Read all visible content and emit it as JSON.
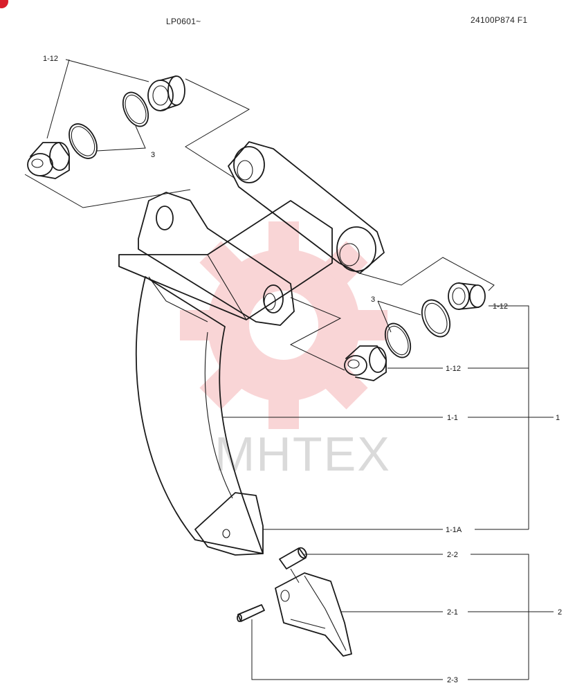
{
  "header": {
    "serial_range": "LP0601~",
    "drawing_code": "24100P874 F1"
  },
  "watermark": {
    "text": "MHTEX",
    "color": "#e8434a"
  },
  "callouts": {
    "c_112_tl": "1-12",
    "c_3_top": "3",
    "c_3_mid": "3",
    "c_112_r1": "1-12",
    "c_112_r2": "1-12",
    "c_11": "1-1",
    "c_1": "1",
    "c_11a": "1-1A",
    "c_22": "2-2",
    "c_21": "2-1",
    "c_2": "2",
    "c_23": "2-3"
  },
  "badge": {
    "color": "#d81e2b"
  }
}
